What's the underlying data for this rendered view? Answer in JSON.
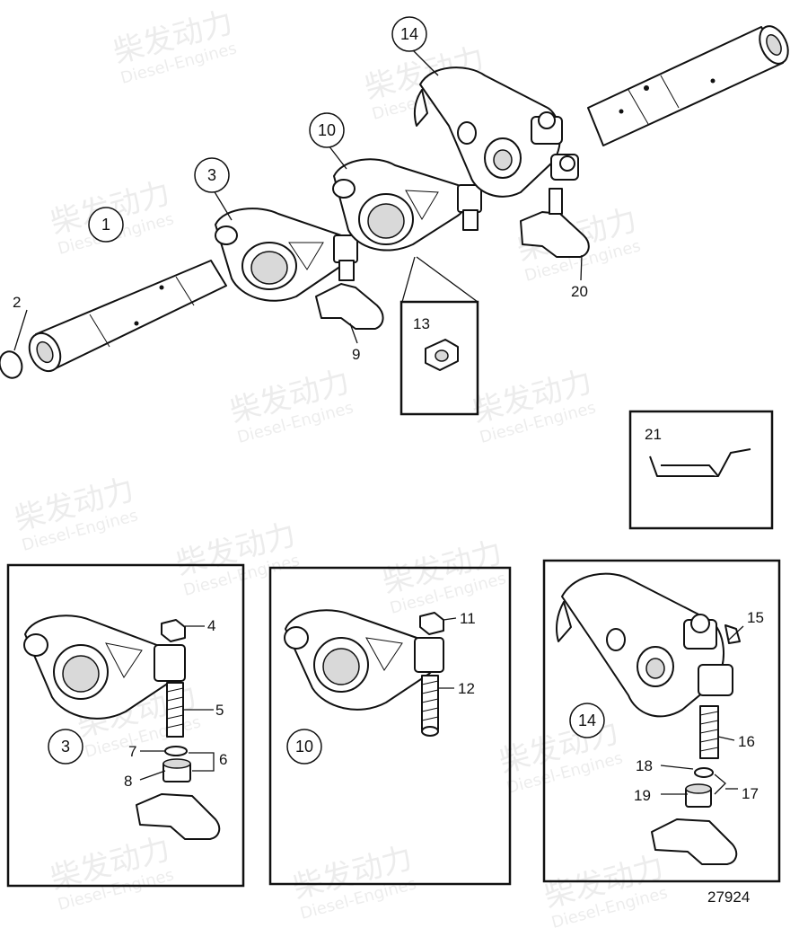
{
  "callouts": {
    "c1": "1",
    "c2": "2",
    "c3": "3",
    "c4": "4",
    "c5": "5",
    "c6": "6",
    "c7": "7",
    "c8": "8",
    "c9": "9",
    "c10": "10",
    "c11": "11",
    "c12": "12",
    "c13": "13",
    "c14": "14",
    "c15": "15",
    "c16": "16",
    "c17": "17",
    "c18": "18",
    "c19": "19",
    "c20": "20",
    "c21": "21"
  },
  "circled": {
    "top_1": "1",
    "top_3": "3",
    "top_10": "10",
    "top_14": "14",
    "box_3": "3",
    "box_10": "10",
    "box_14": "14"
  },
  "drawing_number": "27924",
  "watermark": {
    "cn": "柴发动力",
    "en": "Diesel-Engines"
  }
}
